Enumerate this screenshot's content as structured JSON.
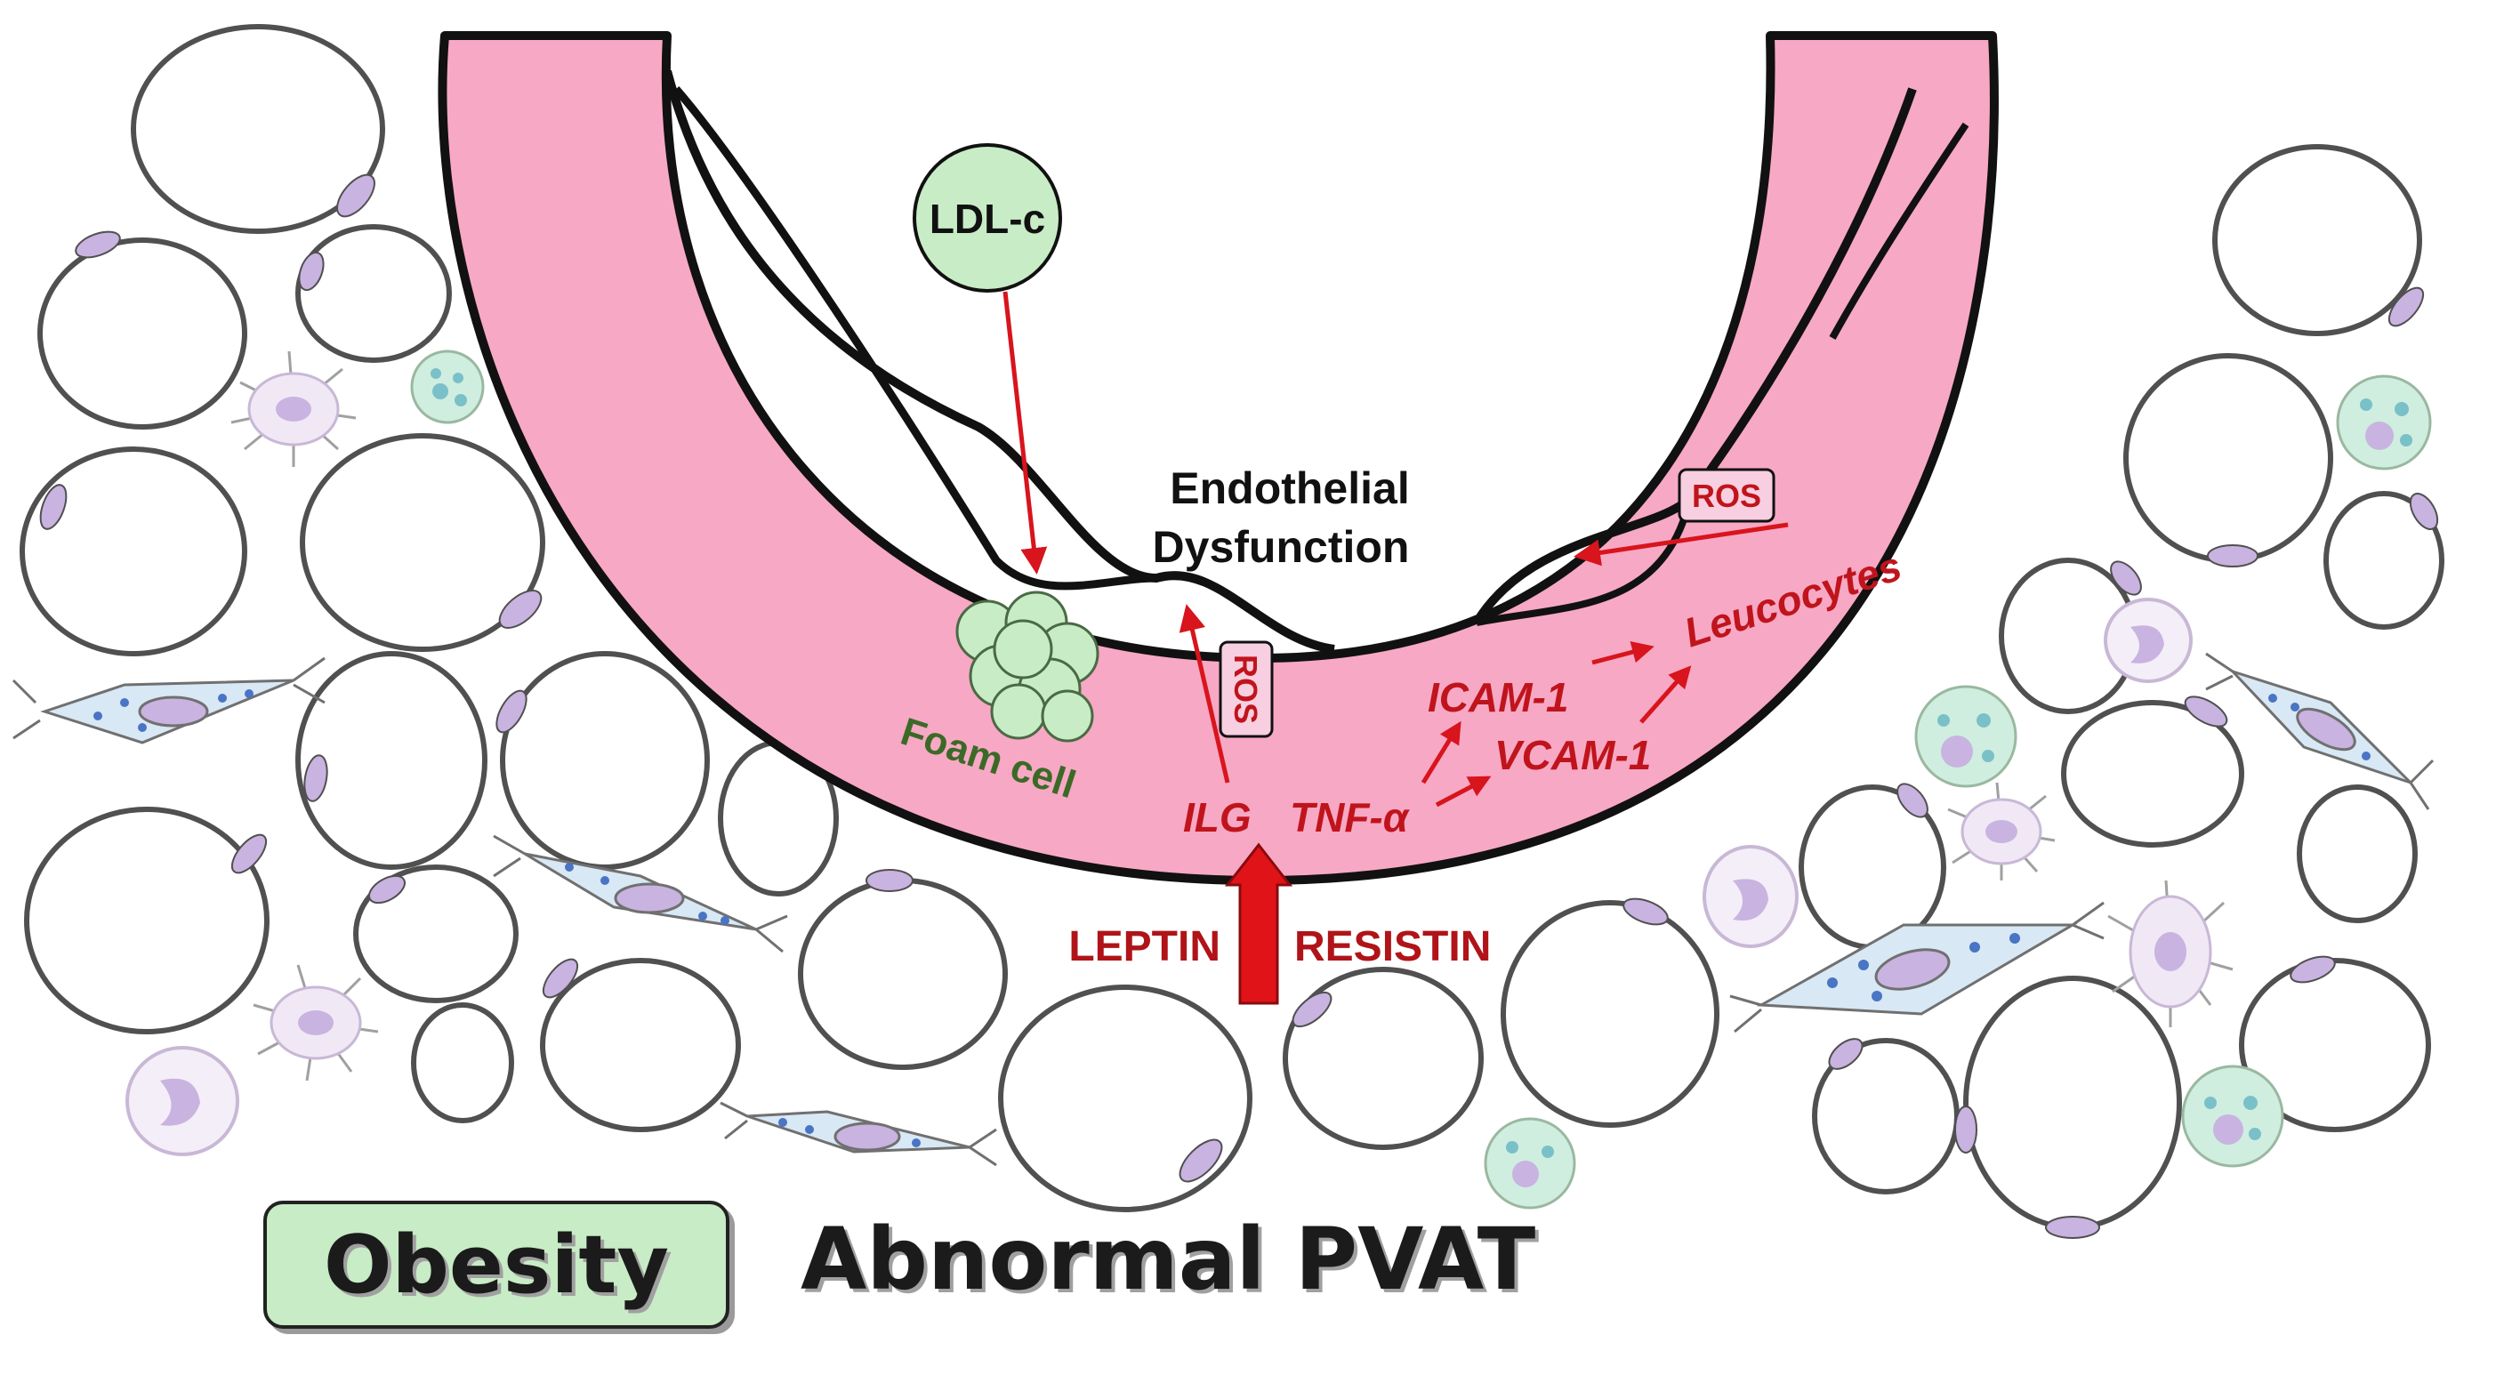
{
  "diagram": {
    "labels": {
      "ldl": "LDL-c",
      "endothelial_line1": "Endothelial",
      "endothelial_line2": "Dysfunction",
      "ros_left": "ROS",
      "ros_right": "ROS",
      "leucocytes": "Leucocytes",
      "icam": "ICAM-1",
      "vcam": "VCAM-1",
      "ilg": "ILG",
      "tnf": "TNF-α",
      "foam_cell": "Foam cell",
      "leptin": "LEPTIN",
      "resistin": "RESISTIN"
    },
    "footer": {
      "obesity": "Obesity",
      "pvat": "Abnormal PVAT"
    },
    "colors": {
      "vessel_wall": "#f7a8c4",
      "arrow_red": "#d8141c",
      "label_red": "#c0141c",
      "ldl_fill": "#c8ecc6",
      "adipocyte_nucleus": "#c9b3e0",
      "ros_box": "#f7cfe0"
    }
  }
}
